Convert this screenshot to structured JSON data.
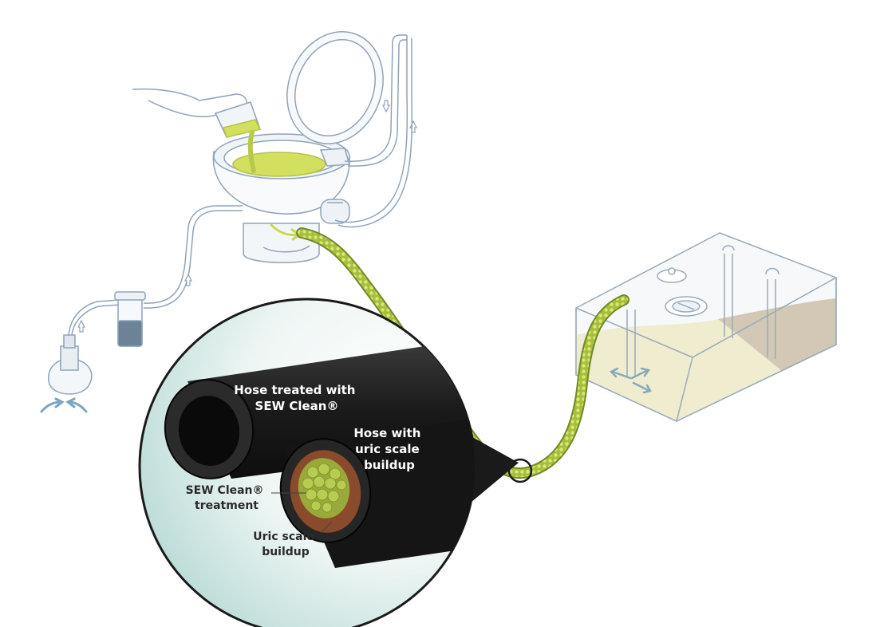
{
  "labels": {
    "treated_hose": [
      "Hose treated with",
      "SEW Clean®"
    ],
    "scaled_hose": [
      "Hose with",
      "uric scale",
      "buildup"
    ],
    "treatment": [
      "SEW Clean®",
      "treatment"
    ],
    "scale": [
      "Uric scale",
      "buildup"
    ]
  },
  "colors": {
    "cleaner_green": "#c8d84a",
    "hose_black": "#1e1e1e",
    "scale_brown": "#8a4a2c",
    "tank_liquid": "#efeccf",
    "line_blue": "#8fa3b8",
    "inset_teal": "#cfe6e2"
  }
}
